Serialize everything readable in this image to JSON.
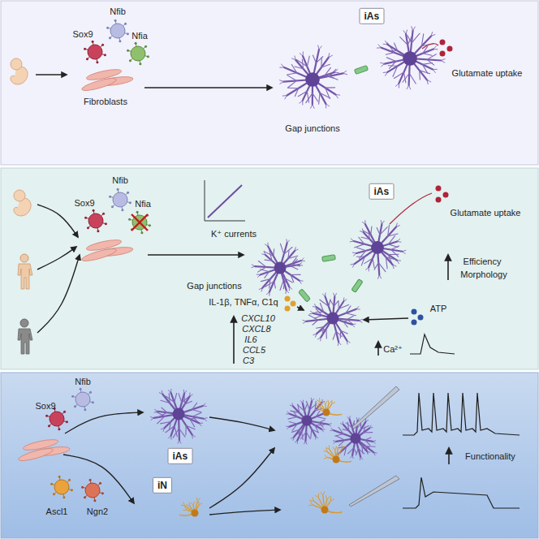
{
  "diagram": {
    "nodes": [
      {
        "text": [
          "iAs"
        ]
      },
      {
        "text": [
          "iAs"
        ]
      },
      {
        "text": [
          "iAs"
        ]
      },
      {
        "text": [
          "iN"
        ]
      }
    ],
    "labels": [
      "Nfib",
      "Sox9",
      "Nfia",
      "Fibroblasts",
      "Gap junctions",
      "Glutamate uptake",
      "Nfib",
      "Sox9",
      "Nfia",
      "K⁺ currents",
      "Glutamate uptake",
      "Gap junctions",
      "Efficiency",
      "Morphology",
      "IL-1β, TNFα, C1q",
      "ATP",
      "Ca²⁺",
      "CXCL10",
      "CXCL8",
      "IL6",
      "CCL5",
      "C3",
      "Nfib",
      "Sox9",
      "Ascl1",
      "Ngn2",
      "Functionality"
    ]
  }
}
